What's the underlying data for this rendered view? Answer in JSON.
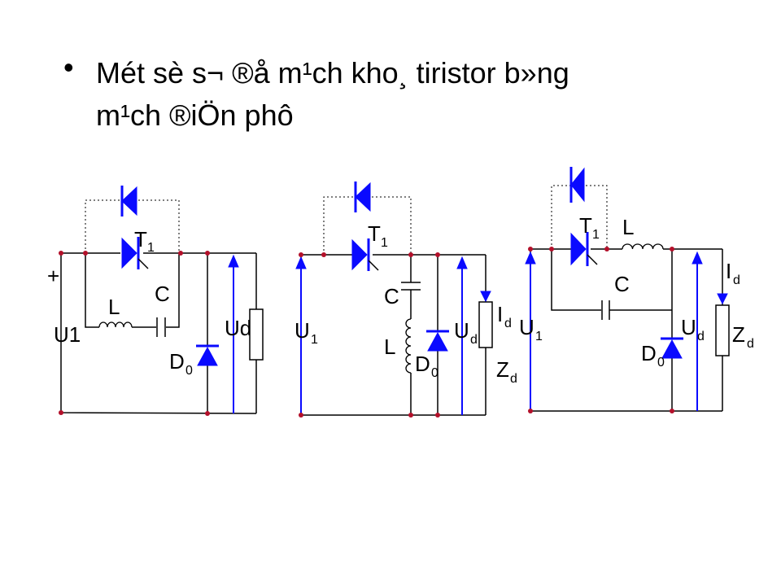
{
  "slide": {
    "bullet": "•",
    "title_line1": "Mét sè s¬ ®å m¹ch kho¸ tiristor b»ng",
    "title_line2": "m¹ch ®iÖn phô"
  },
  "circuit1": {
    "T": "T",
    "T_sub": "1",
    "C": "C",
    "L": "L",
    "plus": "+",
    "U1": "U1",
    "Ud": "Ud",
    "D": "D",
    "D_sub": "0"
  },
  "circuit2": {
    "T": "T",
    "T_sub": "1",
    "C": "C",
    "L": "L",
    "U": "U",
    "U_sub": "1",
    "Ud": "U",
    "Ud_sub": "d",
    "D": "D",
    "D_sub": "0",
    "I": "I",
    "I_sub": "d",
    "Z": "Z",
    "Z_sub": "d"
  },
  "circuit3": {
    "T": "T",
    "T_sub": "1",
    "L": "L",
    "C": "C",
    "I": "I",
    "I_sub": "d",
    "U": "U",
    "U_sub": "1",
    "Ud": "U",
    "Ud_sub": "d",
    "Z": "Z",
    "Z_sub": "d",
    "D": "D",
    "D_sub": "0"
  },
  "colors": {
    "component_blue": "#0a0aff",
    "node_dot": "#b3102a",
    "wire": "#000000",
    "background": "#ffffff"
  }
}
